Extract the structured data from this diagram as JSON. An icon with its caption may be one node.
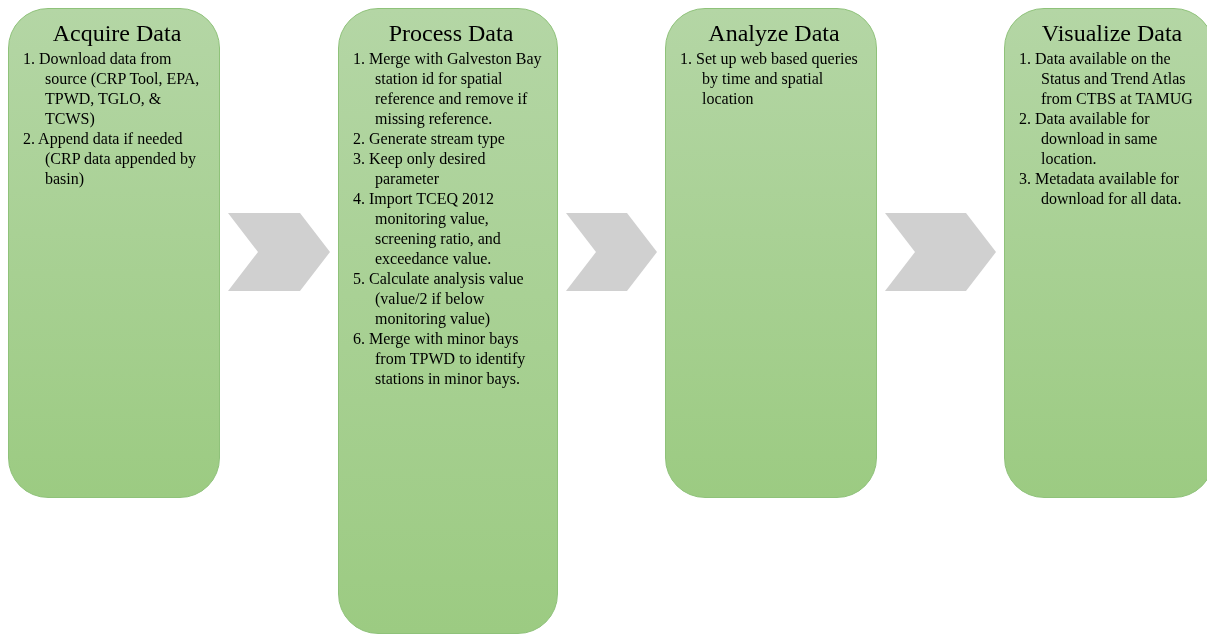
{
  "diagram": {
    "nodes": [
      {
        "text": [
          "Acquire Data",
          "1. Download data from source (CRP Tool, EPA, TPWD, TGLO, & TCWS)",
          "2. Append data if needed (CRP data appended by basin)"
        ]
      },
      {
        "text": [
          "Process Data",
          "1. Merge with Galveston Bay station id for spatial reference and remove if missing reference.",
          "2. Generate stream type",
          "3. Keep only desired parameter",
          "4. Import TCEQ 2012 monitoring value, screening ratio, and exceedance value.",
          "5. Calculate analysis value (value/2 if below monitoring value)",
          "6. Merge with minor bays from TPWD to identify stations in minor bays."
        ]
      },
      {
        "text": [
          "Analyze Data",
          "1. Set up web based queries by time and spatial location"
        ]
      },
      {
        "text": [
          "Visualize Data",
          "1. Data available on the Status and Trend Atlas from CTBS at TAMUG",
          "2. Data available for download in same location.",
          "3. Metadata available for download for all data."
        ]
      }
    ],
    "edges": [
      {
        "from": 0,
        "to": 1,
        "arrow": "to"
      },
      {
        "from": 1,
        "to": 2,
        "arrow": "to"
      },
      {
        "from": 2,
        "to": 3,
        "arrow": "to"
      }
    ]
  }
}
